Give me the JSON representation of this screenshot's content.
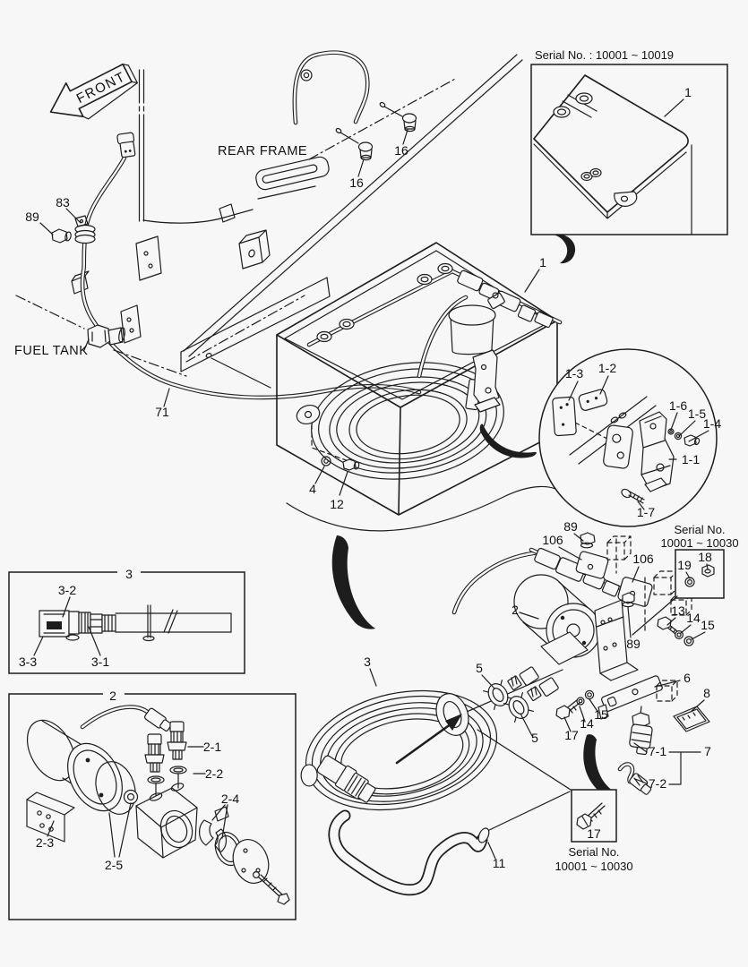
{
  "page": {
    "background": "#f7f7f7",
    "line_color": "#1d1d1d",
    "text_color": "#111111"
  },
  "diagram": {
    "type": "exploded-parts-diagram",
    "subject": "fuel tank and fuel pump installation on rear frame"
  },
  "labels": {
    "front": "FRONT",
    "rear_frame": "REAR FRAME",
    "fuel_tank": "FUEL TANK",
    "serial_top": "Serial No. : 10001 ~ 10019",
    "serial_mid_1": "Serial No.",
    "serial_mid_2": "10001 ~ 10030",
    "serial_bot_1": "Serial No.",
    "serial_bot_2": "10001 ~ 10030",
    "p1_box": "1",
    "p1": "1",
    "p16_a": "16",
    "p16_b": "16",
    "p83": "83",
    "p89_a": "89",
    "p71": "71",
    "p4": "4",
    "p12": "12",
    "p1_1": "1-1",
    "p1_2": "1-2",
    "p1_3": "1-3",
    "p1_4": "1-4",
    "p1_5": "1-5",
    "p1_6": "1-6",
    "p1_7": "1-7",
    "p89_b": "89",
    "p106_a": "106",
    "p106_b": "106",
    "p19": "19",
    "p18": "18",
    "p2": "2",
    "p13": "13",
    "p14_a": "14",
    "p15_a": "15",
    "p89_c": "89",
    "p3": "3",
    "p5_a": "5",
    "p5_b": "5",
    "p17_a": "17",
    "p14_b": "14",
    "p15_b": "15",
    "p6": "6",
    "p8": "8",
    "p7": "7",
    "p7_1": "7-1",
    "p7_2": "7-2",
    "p17_b": "17",
    "p11": "11",
    "p3_box": "3",
    "p3_1": "3-1",
    "p3_2": "3-2",
    "p3_3": "3-3",
    "p2_box": "2",
    "p2_1": "2-1",
    "p2_2": "2-2",
    "p2_3": "2-3",
    "p2_4": "2-4",
    "p2_5": "2-5"
  }
}
